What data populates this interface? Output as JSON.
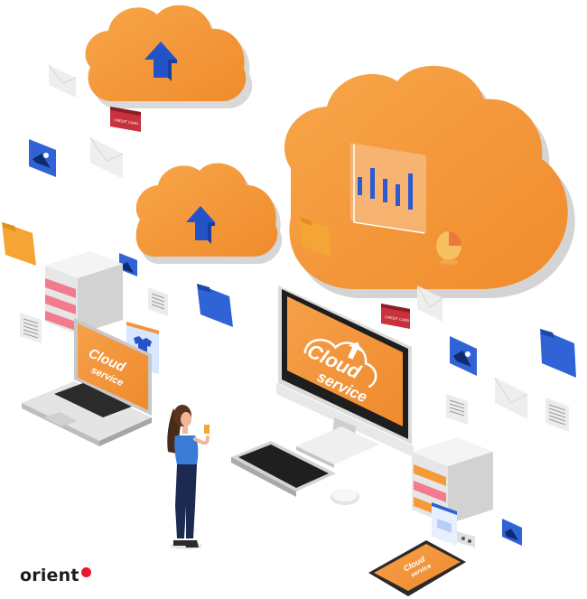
{
  "brand": {
    "logo_text": "orient",
    "dot_color": "#e8192c"
  },
  "illustration": {
    "cloud_word": "Cloud",
    "service_word": "service",
    "credit_card_label": "CREDIT CARD"
  },
  "colors": {
    "cloud_orange": "#f59a3b",
    "cloud_side": "#e0e0e0",
    "folder_blue": "#2f63d6",
    "folder_orange": "#f4a534",
    "server_pink": "#f27b8c",
    "screen_orange": "#f3963a",
    "chart_bar_blue": "#2c5bd1"
  }
}
